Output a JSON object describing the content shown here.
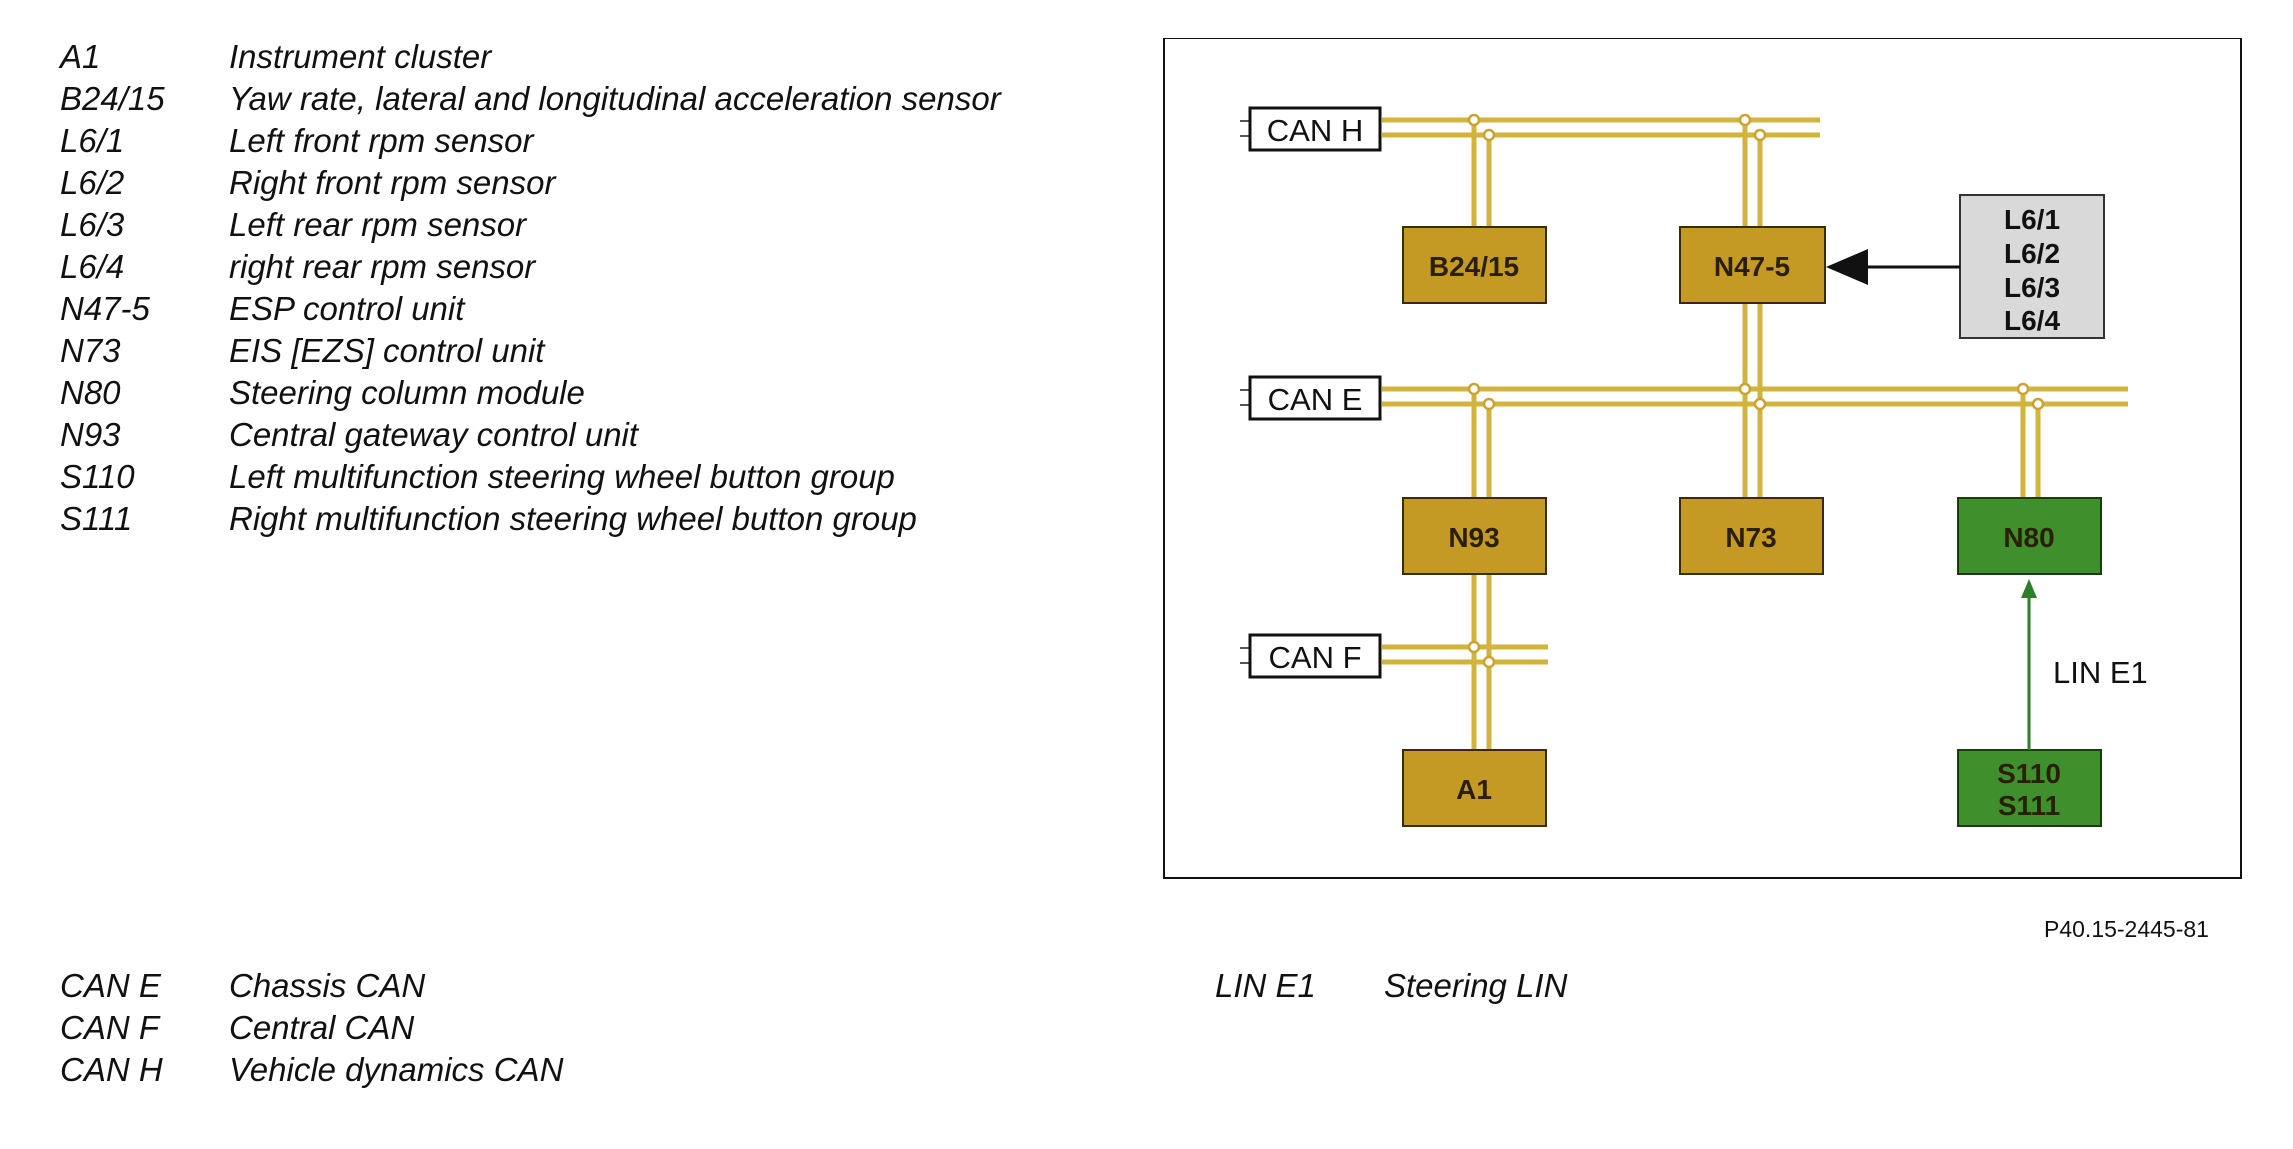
{
  "component_legend": [
    {
      "code": "A1",
      "desc": "Instrument cluster"
    },
    {
      "code": "B24/15",
      "desc": "Yaw rate, lateral and longitudinal acceleration sensor"
    },
    {
      "code": "L6/1",
      "desc": "Left front rpm sensor"
    },
    {
      "code": "L6/2",
      "desc": "Right front rpm sensor"
    },
    {
      "code": "L6/3",
      "desc": "Left rear rpm sensor"
    },
    {
      "code": "L6/4",
      "desc": "right rear rpm sensor"
    },
    {
      "code": "N47-5",
      "desc": "ESP control unit"
    },
    {
      "code": "N73",
      "desc": "EIS [EZS] control unit"
    },
    {
      "code": "N80",
      "desc": "Steering column module"
    },
    {
      "code": "N93",
      "desc": "Central gateway control unit"
    },
    {
      "code": "S110",
      "desc": "Left multifunction steering wheel button group"
    },
    {
      "code": "S111",
      "desc": "Right multifunction steering wheel button group"
    }
  ],
  "bus_legend": [
    {
      "code": "CAN E",
      "desc": "Chassis CAN"
    },
    {
      "code": "CAN F",
      "desc": "Central CAN"
    },
    {
      "code": "CAN H",
      "desc": "Vehicle dynamics CAN"
    }
  ],
  "lin_legend": [
    {
      "code": "LIN E1",
      "desc": "Steering LIN"
    }
  ],
  "figure_code": "P40.15-2445-81",
  "diagram": {
    "buses": {
      "can_h": "CAN H",
      "can_e": "CAN E",
      "can_f": "CAN F"
    },
    "blocks": {
      "b24_15": "B24/15",
      "n47_5": "N47-5",
      "n93": "N93",
      "n73": "N73",
      "n80": "N80",
      "a1": "A1",
      "s110": "S110",
      "s111": "S111"
    },
    "sensors": [
      "L6/1",
      "L6/2",
      "L6/3",
      "L6/4"
    ],
    "lin_label": "LIN E1"
  },
  "colors": {
    "can_wire": "#d2b43c",
    "can_block": "#c49a25",
    "lin_block": "#3f8f2c",
    "lin_line": "#2e7d2a",
    "sensor_block": "#d9d9d9"
  }
}
